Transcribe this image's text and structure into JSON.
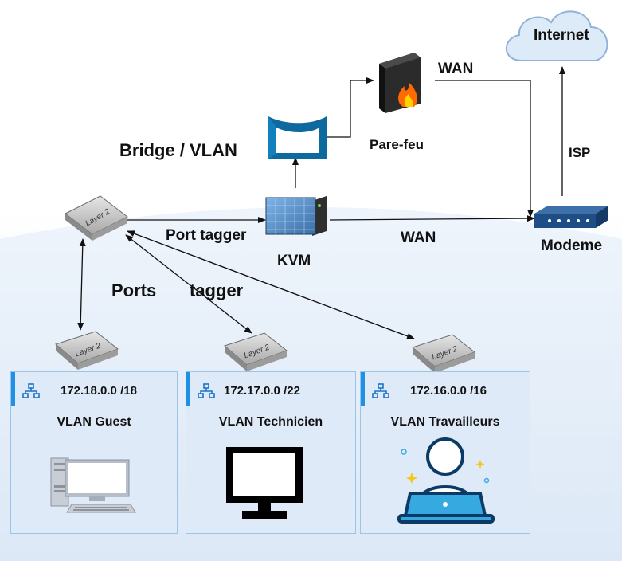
{
  "labels": {
    "internet": "Internet",
    "wan_top": "WAN",
    "pare_feu": "Pare-feu",
    "bridge_vlan": "Bridge / VLAN",
    "isp": "ISP",
    "port_tagger": "Port tagger",
    "wan_mid": "WAN",
    "modeme": "Modeme",
    "kvm": "KVM",
    "ports": "Ports",
    "tagger": "tagger",
    "switch_text": "Layer 2"
  },
  "vlans": [
    {
      "network": "172.18.0.0 /18",
      "name": "VLAN Guest"
    },
    {
      "network": "172.17.0.0 /22",
      "name": "VLAN Technicien"
    },
    {
      "network": "172.16.0.0 /16",
      "name": "VLAN Travailleurs"
    }
  ],
  "icons": [
    "cloud-icon",
    "firewall-icon",
    "bridge-icon",
    "vm-server-icon",
    "modem-icon",
    "switch-icon",
    "network-icon",
    "desktop-pc-icon",
    "monitor-icon",
    "user-laptop-icon"
  ],
  "colors": {
    "accent": "#1e90e6",
    "card_bg": "#dfeaf8",
    "card_border": "#9cc4e6"
  }
}
